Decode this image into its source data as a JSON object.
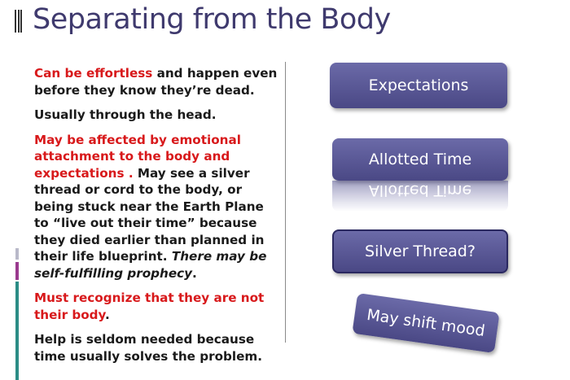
{
  "slide": {
    "title": "Separating from the Body"
  },
  "content": {
    "p1_red": "Can be effortless",
    "p1_rest": " and happen even before they know they’re dead.",
    "p2": "Usually through the head.",
    "p3_red": "May be affected by emotional attachment to the body and expectations .",
    "p3_rest": "  May see a silver thread or cord to the body, or being stuck near the Earth Plane to “live out their time” because they died earlier than planned in their life blueprint.  ",
    "p3_italic": "There may be self-fulfilling prophecy",
    "p3_end": ".",
    "p4_red": "Must recognize that they are not their body",
    "p4_end": ".",
    "p5": "Help is seldom needed because time usually solves the problem."
  },
  "buttons": {
    "expectations": "Expectations",
    "allotted_time": "Allotted Time",
    "silver_thread": "Silver Thread?",
    "shift_mood": "May shift mood"
  },
  "colors": {
    "title": "#3f3a6e",
    "highlight_red": "#d8191b",
    "button_purple": "#55538f",
    "accent_teal": "#2b8c86",
    "accent_magenta": "#9a3a8e"
  }
}
